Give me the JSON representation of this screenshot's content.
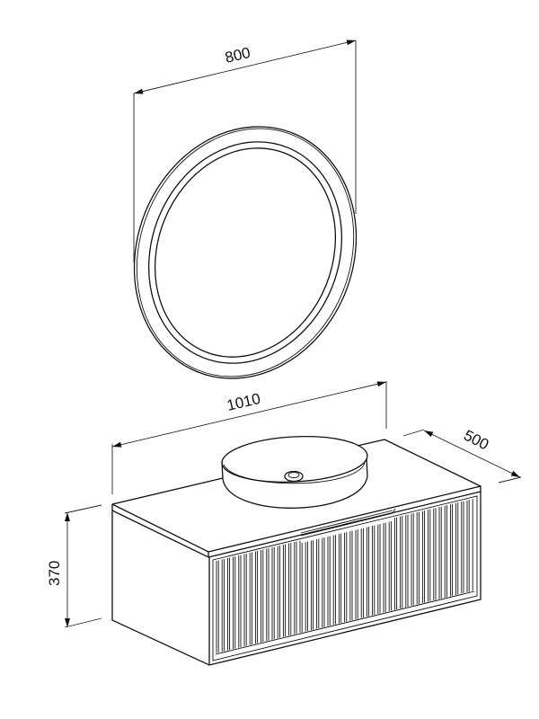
{
  "drawing": {
    "mirror": {
      "width_label": "800"
    },
    "vanity": {
      "width_label": "1010",
      "depth_label": "500",
      "height_label": "370"
    },
    "line_color": "#111111",
    "background": "#ffffff"
  }
}
